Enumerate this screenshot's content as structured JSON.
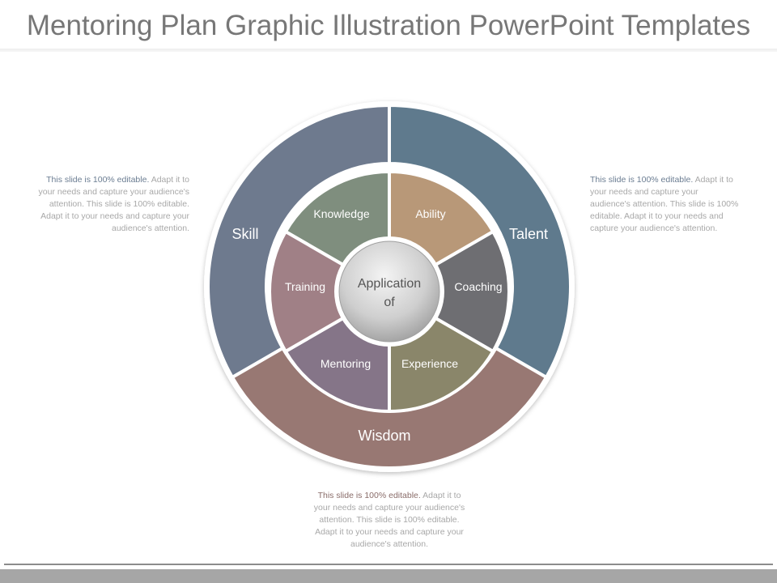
{
  "title": "Mentoring Plan Graphic Illustration PowerPoint Templates",
  "center_label": "Application of",
  "outer_segments": [
    {
      "label": "Skill",
      "color": "#6e7a8e"
    },
    {
      "label": "Talent",
      "color": "#5f7a8d"
    },
    {
      "label": "Wisdom",
      "color": "#987873"
    }
  ],
  "inner_segments": [
    {
      "label": "Knowledge",
      "color": "#7f8e7e"
    },
    {
      "label": "Ability",
      "color": "#b89878"
    },
    {
      "label": "Coaching",
      "color": "#6e6e72"
    },
    {
      "label": "Experience",
      "color": "#8a866a"
    },
    {
      "label": "Mentoring",
      "color": "#857588"
    },
    {
      "label": "Training",
      "color": "#a08086"
    }
  ],
  "text_blocks": {
    "left": {
      "lead": "This slide is 100% editable.",
      "body": " Adapt it to your needs and capture your audience's attention. This slide is 100% editable. Adapt it to your needs and capture your audience's attention."
    },
    "right": {
      "lead": "This slide is 100% editable.",
      "body": " Adapt it to your needs and capture your audience's attention. This slide is 100% editable. Adapt it to your needs and capture your audience's attention."
    },
    "bottom": {
      "lead": "This slide is 100% editable.",
      "body": " Adapt it to your needs and capture your audience's attention. This slide is 100% editable. Adapt it to your needs and capture your audience's attention."
    }
  }
}
